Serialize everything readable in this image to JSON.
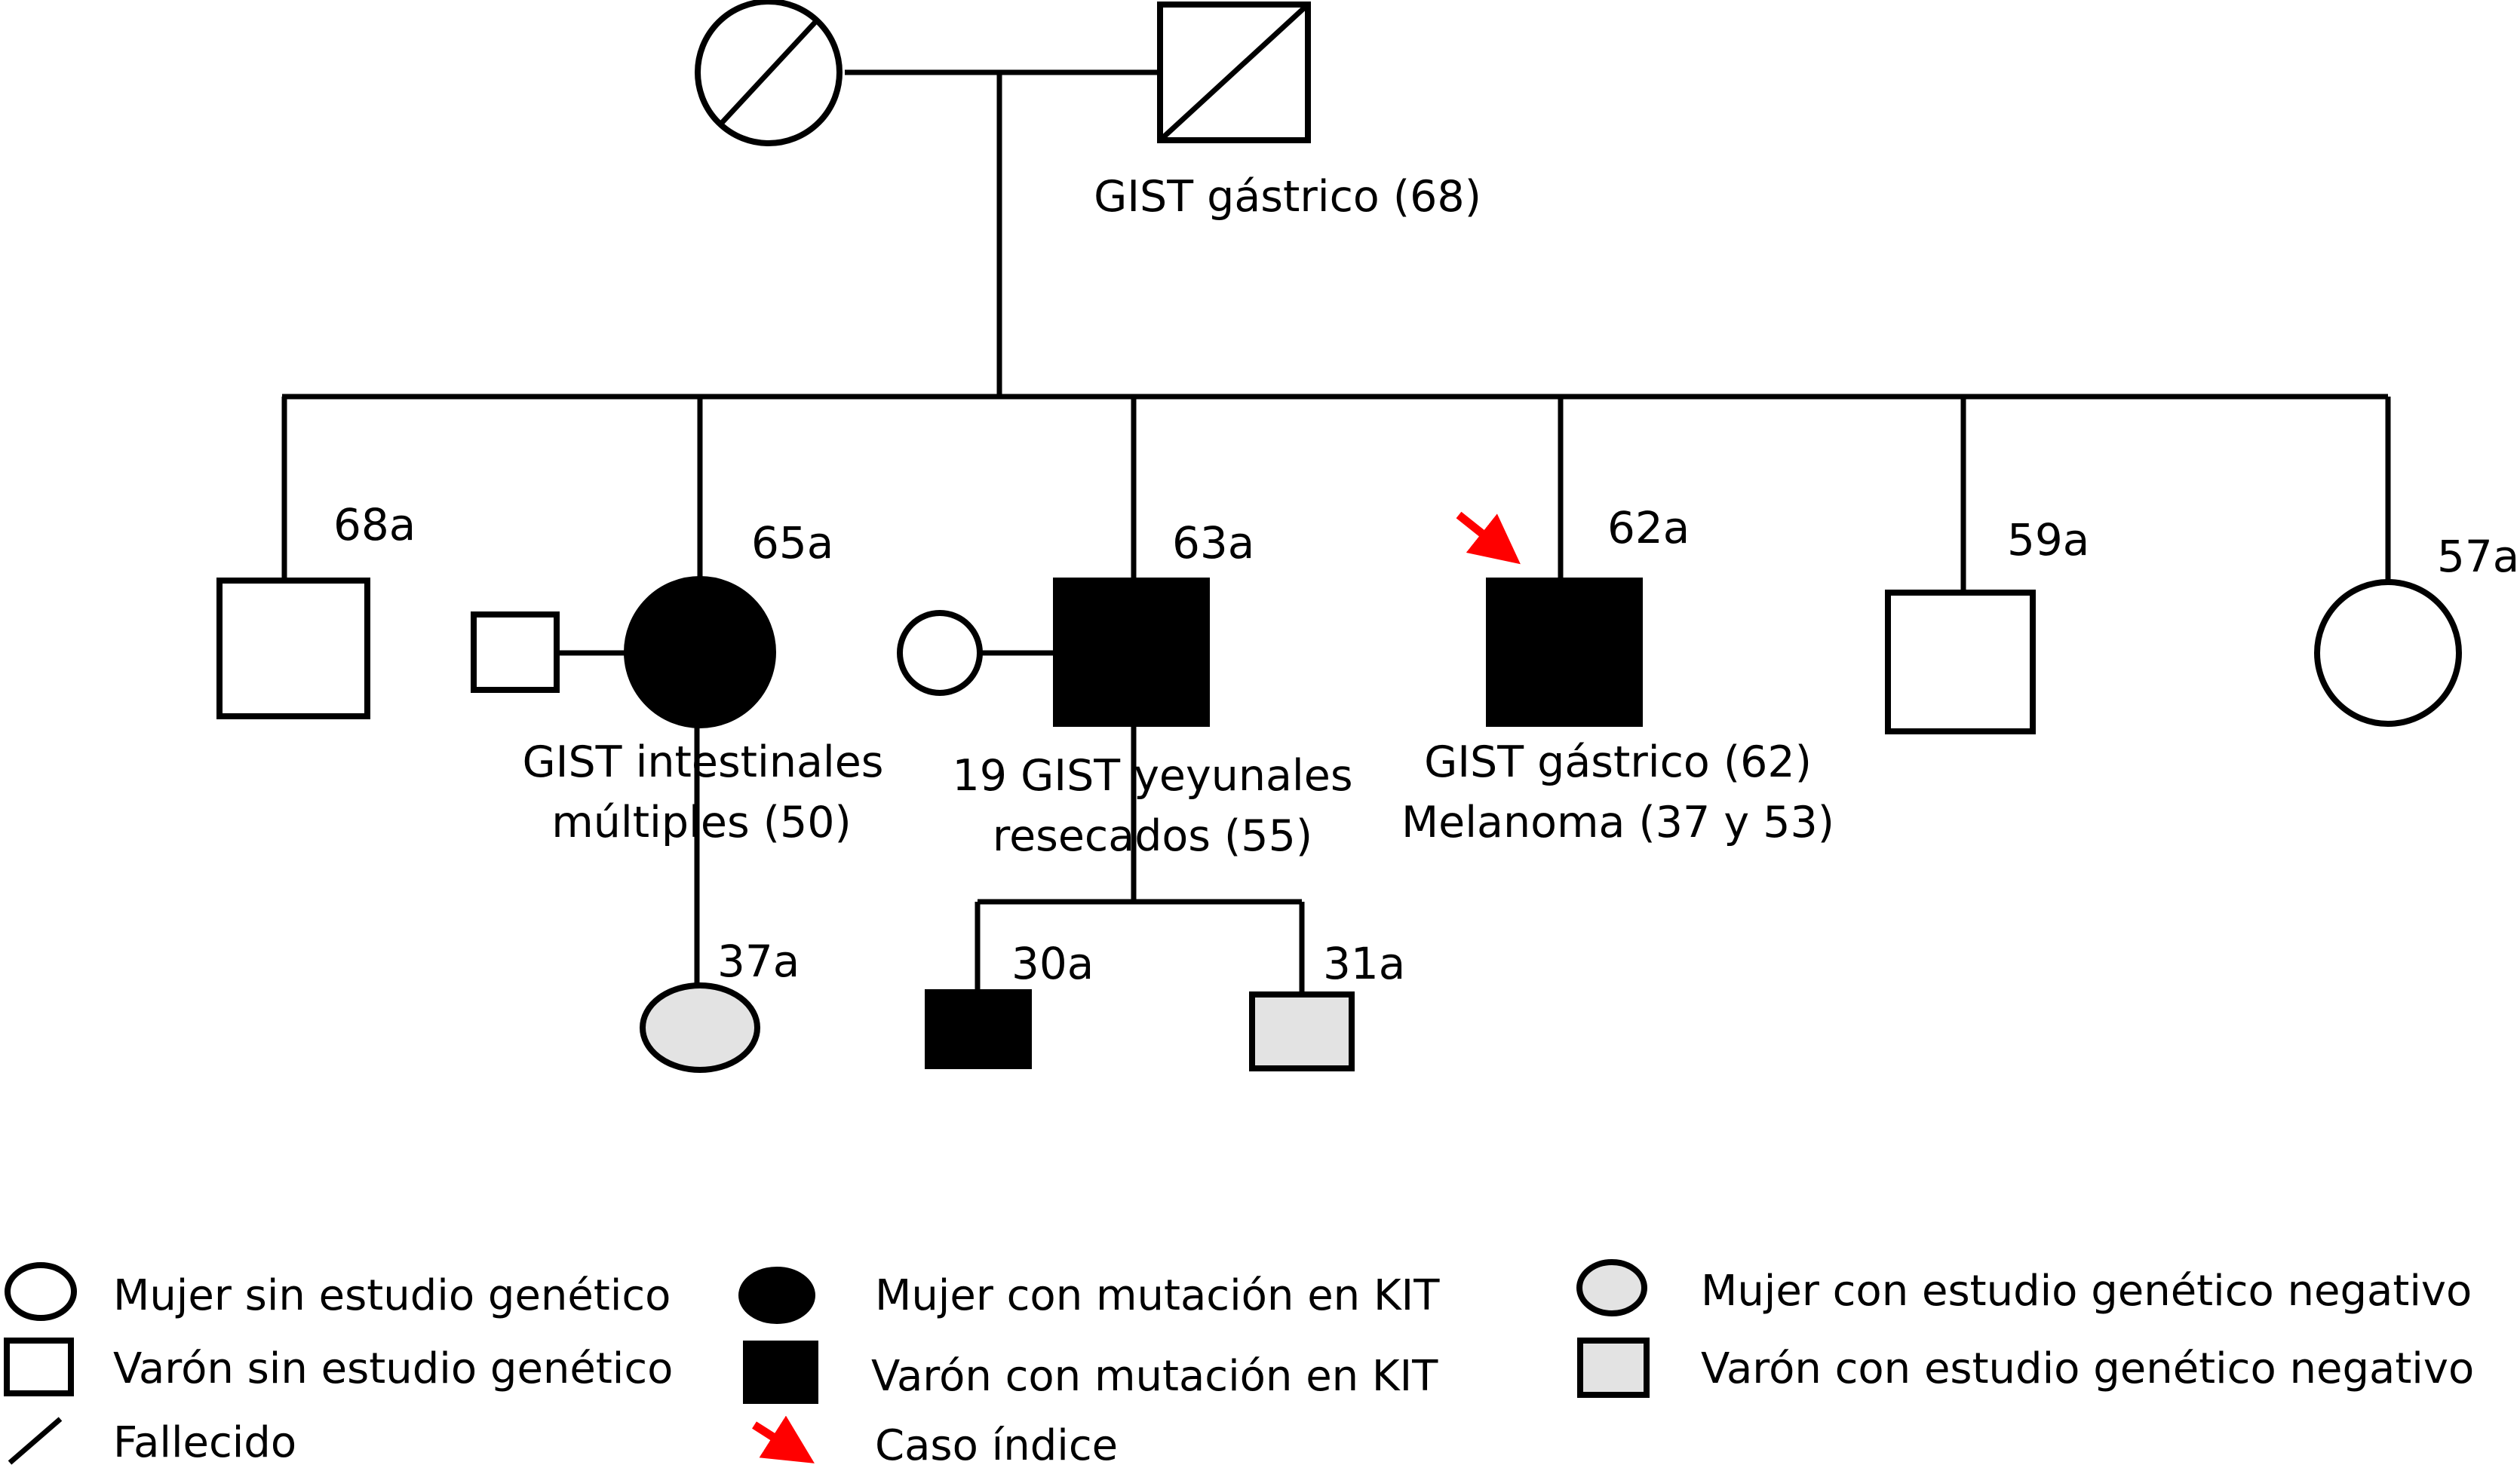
{
  "colors": {
    "line": "#000000",
    "affected": "#000000",
    "unaffected": "#ffffff",
    "negative_test": "#e3e3e3",
    "proband_arrow": "#ff0000"
  },
  "generation1": {
    "grandfather_note": "GIST gástrico (68)"
  },
  "generation2": {
    "sib1_age": "68a",
    "sib2_age": "65a",
    "sib2_note_line1": "GIST intestinales",
    "sib2_note_line2": "múltiples (50)",
    "sib3_age": "63a",
    "sib3_note_line1": "19 GIST yeyunales",
    "sib3_note_line2": "resecados (55)",
    "sib4_age": "62a",
    "sib4_note_line1": "GIST gástrico (62)",
    "sib4_note_line2": "Melanoma (37 y 53)",
    "sib5_age": "59a",
    "sib6_age": "57a"
  },
  "generation3": {
    "daughter_age": "37a",
    "son1_age": "30a",
    "son2_age": "31a"
  },
  "legend": {
    "female_untested": "Mujer sin estudio genético",
    "male_untested": "Varón sin estudio genético",
    "deceased": "Fallecido",
    "female_kit": "Mujer con mutación en KIT",
    "male_kit": "Varón con mutación en KIT",
    "proband": "Caso índice",
    "female_negative": "Mujer con estudio genético negativo",
    "male_negative": "Varón con estudio genético negativo"
  }
}
